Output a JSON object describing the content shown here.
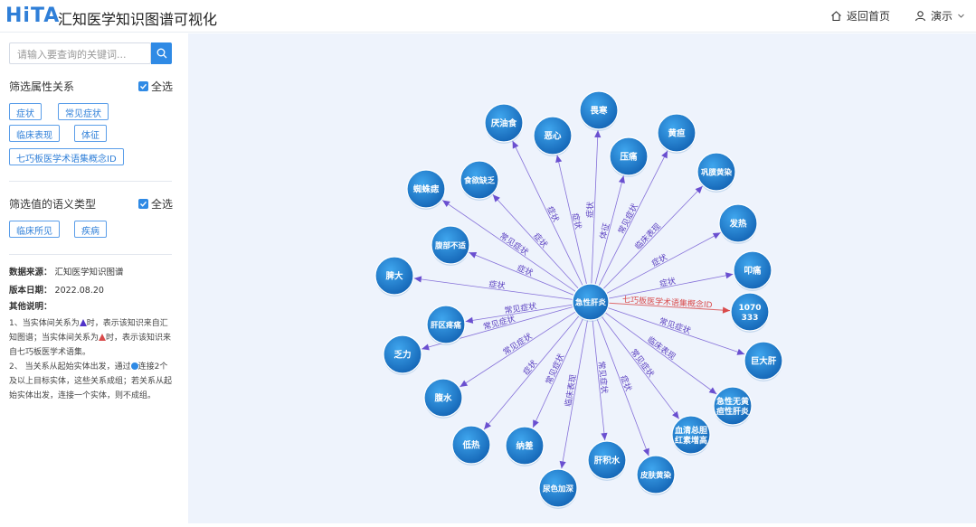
{
  "header": {
    "logo_text": "HiTA",
    "app_title": "汇知医学知识图谱可视化",
    "home_label": "返回首页",
    "user_label": "演示"
  },
  "sidebar": {
    "search_placeholder": "请输入要查询的关键词...",
    "relation_filter": {
      "title": "筛选属性关系",
      "select_all": "全选",
      "tags": [
        "症状",
        "常见症状",
        "临床表现",
        "体征",
        "七巧板医学术语集概念ID"
      ]
    },
    "semantic_filter": {
      "title": "筛选值的语义类型",
      "select_all": "全选",
      "tags": [
        "临床所见",
        "疾病"
      ]
    },
    "info": {
      "source_label": "数据来源：",
      "source_value": "汇知医学知识图谱",
      "version_label": "版本日期：",
      "version_value": "2022.08.20",
      "other_label": "其他说明："
    },
    "notes": {
      "n1_a": "1、当实体间关系为",
      "n1_b": "时，表示该知识来自汇知图谱；当实体间关系为",
      "n1_c": "时，表示该知识来自七巧板医学术语集。",
      "n2_a": "2、 当关系从起始实体出发，通过",
      "n2_b": "连接2个及以上目标实体，这些关系成组；若关系从起始实体出发，连接一个实体，则不成组。"
    }
  },
  "graph": {
    "center": "急性肝炎",
    "colors": {
      "edge": "#6a4fd0",
      "edge_red": "#d94a4a",
      "node": "#1e88d8",
      "node_dark": "#1668b8",
      "label": "#5a3fc0"
    },
    "nodes": [
      {
        "label": "畏寒",
        "relation": "症状",
        "red": false
      },
      {
        "label": "黄疸",
        "relation": "常见症状",
        "red": false
      },
      {
        "label": "巩膜黄染",
        "relation": "临床表现",
        "red": false
      },
      {
        "label": "发热",
        "relation": "症状",
        "red": false
      },
      {
        "label": "叩痛",
        "relation": "症状",
        "red": false
      },
      {
        "label": "1070\n333",
        "relation": "七巧板医学术语集概念ID",
        "red": true
      },
      {
        "label": "巨大肝",
        "relation": "常见症状",
        "red": false
      },
      {
        "label": "急性无黄\n疸性肝炎",
        "relation": "临床表现",
        "red": false
      },
      {
        "label": "血清总胆\n红素增高",
        "relation": "常见症状",
        "red": false
      },
      {
        "label": "皮肤黄染",
        "relation": "症状",
        "red": false
      },
      {
        "label": "肝积水",
        "relation": "常见症状",
        "red": false
      },
      {
        "label": "尿色加深",
        "relation": "临床表现",
        "red": false
      },
      {
        "label": "纳差",
        "relation": "常见症状",
        "red": false
      },
      {
        "label": "低热",
        "relation": "症状",
        "red": false
      },
      {
        "label": "腹水",
        "relation": "常见症状",
        "red": false
      },
      {
        "label": "乏力",
        "relation": "常见症状",
        "red": false
      },
      {
        "label": "肝区疼痛",
        "relation": "常见症状",
        "red": false
      },
      {
        "label": "脾大",
        "relation": "症状",
        "red": false
      },
      {
        "label": "腹部不适",
        "relation": "症状",
        "red": false
      },
      {
        "label": "蜘蛛痣",
        "relation": "常见症状",
        "red": false
      },
      {
        "label": "食欲缺乏",
        "relation": "症状",
        "red": false
      },
      {
        "label": "厌油食",
        "relation": "症状",
        "red": false
      },
      {
        "label": "恶心",
        "relation": "症状",
        "red": false
      },
      {
        "label": "压痛",
        "relation": "体征",
        "red": false
      }
    ]
  }
}
